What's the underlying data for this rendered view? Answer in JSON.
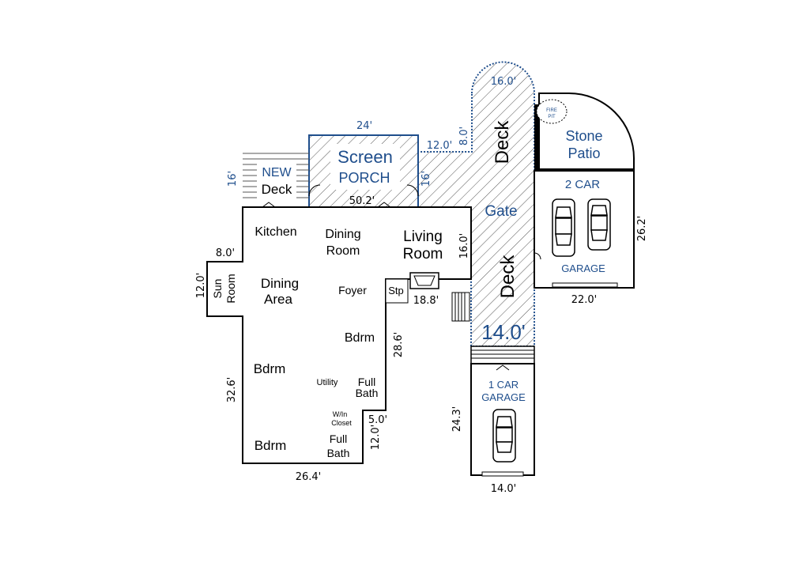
{
  "rooms": {
    "screen_porch_1": "Screen",
    "screen_porch_2": "PORCH",
    "new_deck_1": "NEW",
    "new_deck_2": "Deck",
    "deck_upper": "Deck",
    "deck_lower": "Deck",
    "gate": "Gate",
    "stone_patio_1": "Stone",
    "stone_patio_2": "Patio",
    "fire_pit_1": "FIRE",
    "fire_pit_2": "PIT",
    "garage2_1": "2 CAR",
    "garage2_2": "GARAGE",
    "kitchen": "Kitchen",
    "dining_room_1": "Dining",
    "dining_room_2": "Room",
    "living_room_1": "Living",
    "living_room_2": "Room",
    "sun_room_1": "Sun",
    "sun_room_2": "Room",
    "dining_area_1": "Dining",
    "dining_area_2": "Area",
    "foyer": "Foyer",
    "stp": "Stp",
    "bdrm_right": "Bdrm",
    "bdrm_left": "Bdrm",
    "bdrm_bottom": "Bdrm",
    "utility": "Utility",
    "full_bath_1a": "Full",
    "full_bath_1b": "Bath",
    "walk_in_1": "W/In",
    "walk_in_2": "Closet",
    "full_bath_2a": "Full",
    "full_bath_2b": "Bath",
    "garage1_1": "1 CAR",
    "garage1_2": "GARAGE"
  },
  "dimensions": {
    "porch_top": "24'",
    "new_deck_side": "16'",
    "porch_bottom": "50.2'",
    "porch_right": "16'",
    "deck_conn": "12.0'",
    "deck_arc_side": "8.0'",
    "deck_top": "16.0'",
    "deck_width": "14.0'",
    "deck_16": "16.0'",
    "garage2_side": "26.2'",
    "garage2_bottom": "22.0'",
    "sunroom_top": "8.0'",
    "sunroom_side": "12.0'",
    "house_left": "32.6'",
    "house_bottom": "26.4'",
    "wing_side": "28.6'",
    "foyer_ext": "18.8'",
    "notch_top": "5.0'",
    "notch_side": "12.0'",
    "garage1_side": "24.3'",
    "garage1_bottom": "14.0'"
  }
}
